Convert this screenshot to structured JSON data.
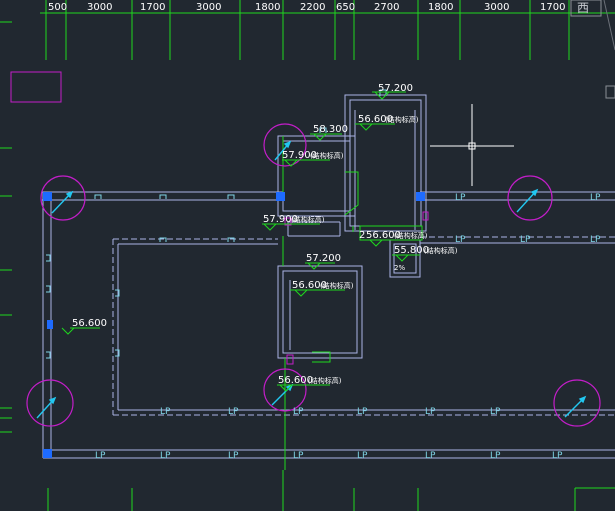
{
  "dimensions": [
    "500",
    "3000",
    "1700",
    "3000",
    "1800",
    "2200",
    "650",
    "2700",
    "1800",
    "3000",
    "1700"
  ],
  "viewcube_label": "西",
  "elevations": {
    "top_right_room": "57.200",
    "top_right_inner": "56.600",
    "top_right_inner_note": "(结构标高)",
    "top_left_room": "58.300",
    "top_left_inner": "57.900",
    "top_left_inner_note": "(结构标高)",
    "mid_left": "57.900",
    "mid_left_note": "(结构标高)",
    "mid_a": "2",
    "mid_b": "56.600",
    "mid_b_note": "(结构标高)",
    "right_box": "55.800",
    "right_box_note": "(结构标高)",
    "right_box_slope": "2%",
    "center_room": "57.200",
    "center_inner": "56.600",
    "center_inner_note": "(结构标高)",
    "bottom": "56.600",
    "bottom_note": "(结构标高)",
    "left": "56.600"
  },
  "gutter_label": "LP",
  "colors": {
    "background": "#212830",
    "green": "#1ed81e",
    "wall": "#aab3e6",
    "magenta": "#c21ec8",
    "cyan": "#22c7f0",
    "blue": "#1e6bff",
    "white": "#ffffff"
  }
}
